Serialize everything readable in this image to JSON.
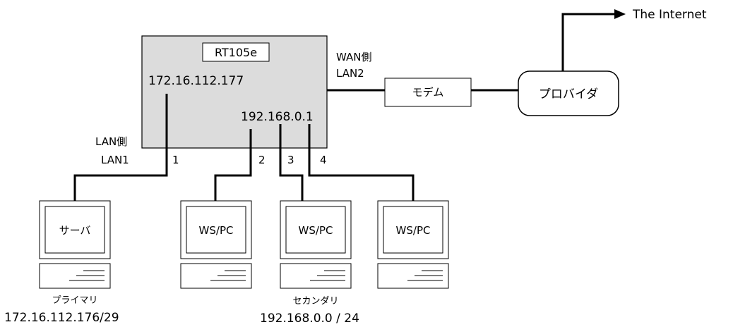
{
  "router": {
    "name": "RT105e",
    "lan_ip": "172.16.112.177",
    "secondary_ip": "192.168.0.1",
    "fill_color": "#dcdcdc"
  },
  "wan": {
    "side_label": "WAN側",
    "port_label": "LAN2",
    "modem_label": "モデム",
    "provider_label": "プロバイダ",
    "internet_label": "The Internet"
  },
  "lan": {
    "side_label": "LAN側",
    "port_label": "LAN1",
    "ports": [
      "1",
      "2",
      "3",
      "4"
    ]
  },
  "computers": [
    {
      "label": "サーバ"
    },
    {
      "label": "WS/PC"
    },
    {
      "label": "WS/PC"
    },
    {
      "label": "WS/PC"
    }
  ],
  "networks": {
    "primary_name": "プライマリ",
    "primary_cidr": "172.16.112.176/29",
    "secondary_name": "セカンダリ",
    "secondary_cidr": "192.168.0.0 / 24"
  }
}
